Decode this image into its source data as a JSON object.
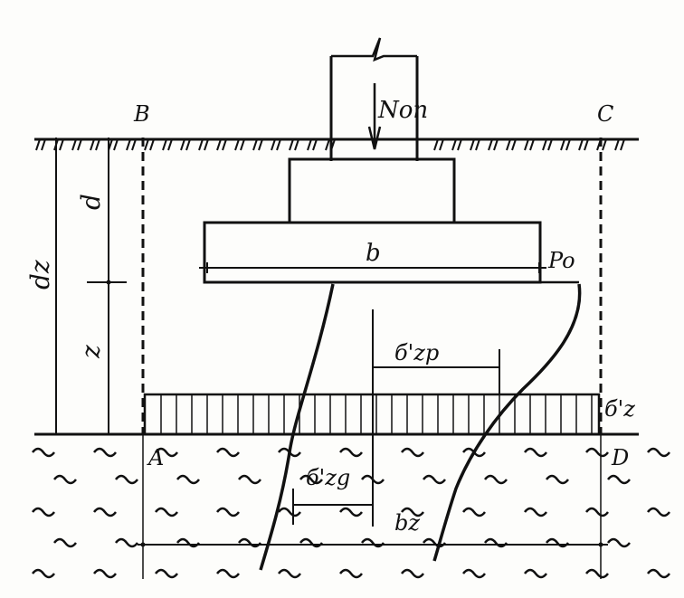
{
  "labels": {
    "load": "Non",
    "corner_top_left": "B",
    "corner_top_right": "C",
    "corner_bottom_left": "A",
    "corner_bottom_right": "D",
    "depth_total": "dz",
    "depth_foundation": "d",
    "depth_below": "z",
    "width_foundation": "b",
    "pressure": "Po",
    "stress_zp": "б'zp",
    "stress_z": "б'z",
    "stress_zg": "б'zg",
    "width_bz": "bz"
  }
}
